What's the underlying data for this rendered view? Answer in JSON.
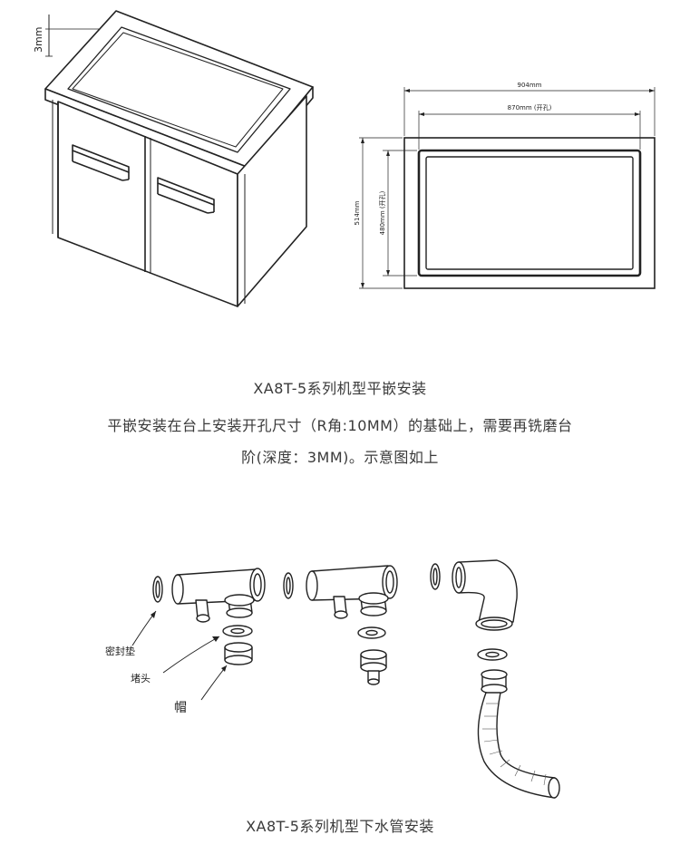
{
  "top_diagram": {
    "depth_label": "3mm",
    "width_outer": "904mm",
    "width_hole": "870mm (开孔)",
    "height_outer": "514mm",
    "height_hole": "480mm (开孔)"
  },
  "caption1": {
    "title": "XA8T-5系列机型平嵌安装",
    "line1": "平嵌安装在台上安装开孔尺寸（R角:10MM）的基础上，需要再铣磨台",
    "line2": "阶(深度：3MM)。示意图如上"
  },
  "bottom_diagram": {
    "label_gasket": "密封垫",
    "label_plug": "堵头",
    "label_cap": "帽"
  },
  "caption2": {
    "title": "XA8T-5系列机型下水管安装"
  }
}
